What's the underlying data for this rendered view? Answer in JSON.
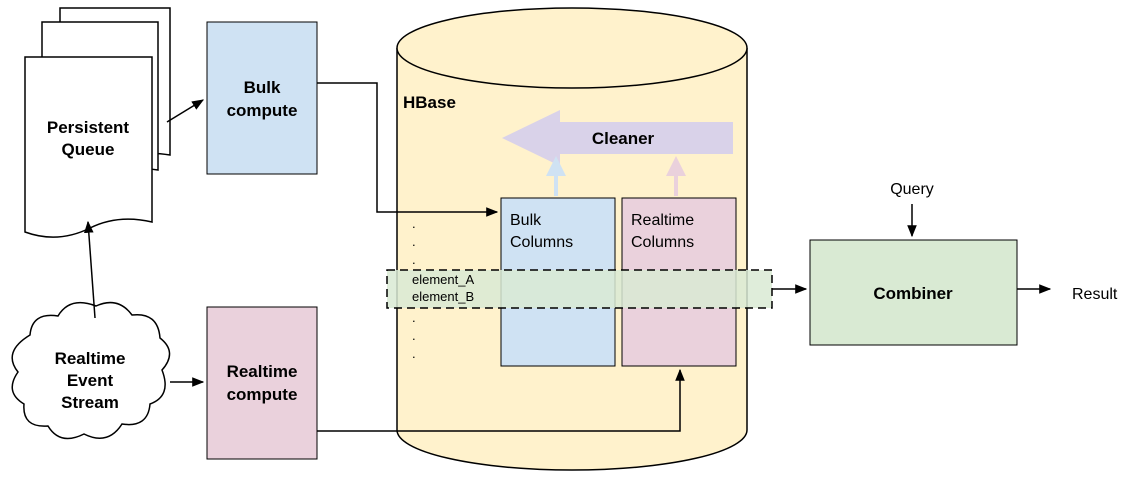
{
  "persistent_queue": {
    "line1": "Persistent",
    "line2": "Queue"
  },
  "event_stream": {
    "line1": "Realtime",
    "line2": "Event",
    "line3": "Stream"
  },
  "bulk_compute": {
    "line1": "Bulk",
    "line2": "compute"
  },
  "realtime_compute": {
    "line1": "Realtime",
    "line2": "compute"
  },
  "hbase": {
    "title": "HBase",
    "cleaner": "Cleaner",
    "bulk_columns": {
      "line1": "Bulk",
      "line2": "Columns"
    },
    "realtime_columns": {
      "line1": "Realtime",
      "line2": "Columns"
    },
    "row_a": "element_A",
    "row_b": "element_B",
    "ellipsis": "."
  },
  "combiner": "Combiner",
  "query": "Query",
  "result": "Result",
  "colors": {
    "blue_fill": "#cfe2f3",
    "pink_fill": "#ead1dc",
    "green_fill": "#d9ead3",
    "hbase_fill": "#fff2cc",
    "cleaner_fill": "#d9d2e9",
    "line": "#000000"
  }
}
